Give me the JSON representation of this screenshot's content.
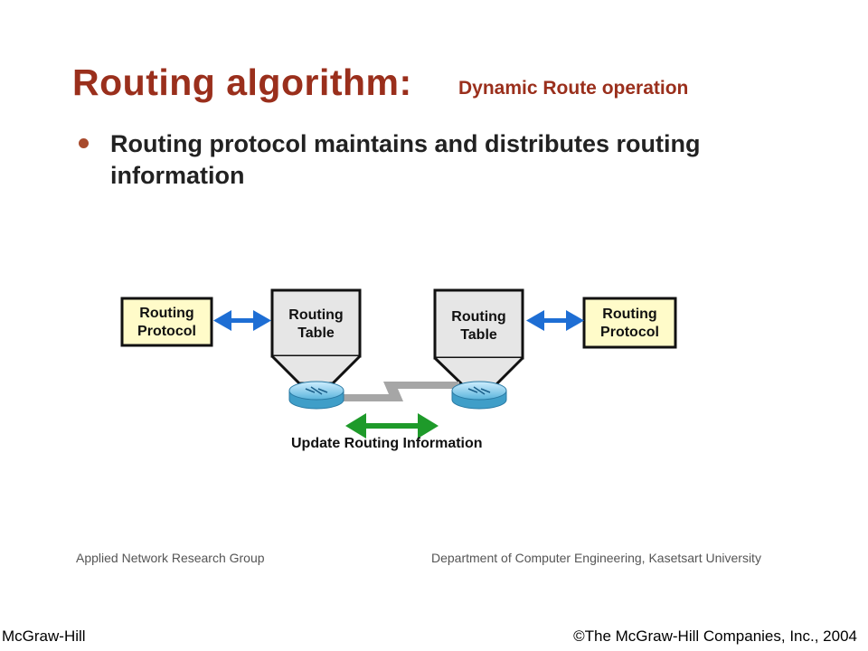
{
  "slide": {
    "title": "Routing algorithm:",
    "subtitle": "Dynamic Route operation",
    "bullet": "Routing protocol maintains and distributes routing information"
  },
  "diagram": {
    "left_protocol": "Routing\nProtocol",
    "left_table": "Routing\nTable",
    "right_table": "Routing\nTable",
    "right_protocol": "Routing\nProtocol",
    "update_label": "Update Routing Information"
  },
  "footer": {
    "left": "Applied Network Research Group",
    "right": "Department of Computer Engineering, Kasetsart University"
  },
  "bottom": {
    "left": "McGraw-Hill",
    "right": "©The McGraw-Hill Companies, Inc., 2004"
  },
  "colors": {
    "title": "#9a2f1c",
    "protocol_box": "#fffbc9",
    "table_box": "#e6e6e6",
    "blue_arrow": "#1e6ed4",
    "green_arrow": "#1e9a2a",
    "router": "#3f9ec8"
  }
}
